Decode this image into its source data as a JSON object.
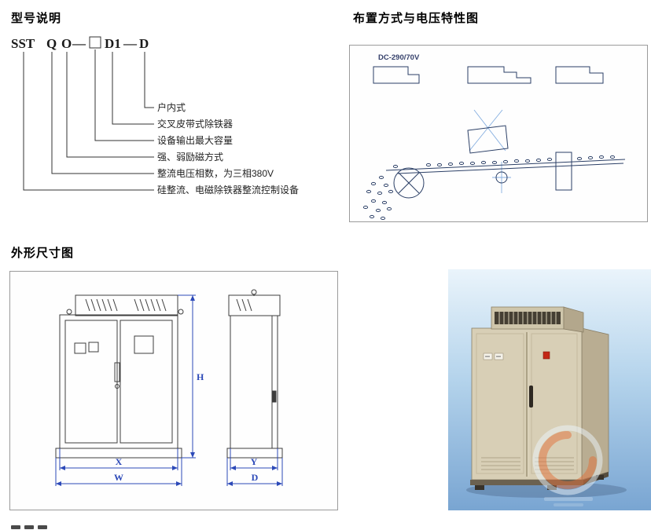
{
  "model_section": {
    "title": "型号说明",
    "code": {
      "p1": "SST",
      "p2": "Q",
      "p3": "O",
      "dash1": "—",
      "p4": "D1",
      "dash2": "—",
      "p5": "D"
    },
    "labels": [
      "户内式",
      "交叉皮带式除铁器",
      "设备输出最大容量",
      "强、弱励磁方式",
      "整流电压相数，为三相380V",
      "硅整流、电磁除铁器整流控制设备"
    ]
  },
  "layout_section": {
    "title": "布置方式与电压特性图",
    "voltage_label": "DC-290/70V"
  },
  "dimension_section": {
    "title": "外形尺寸图",
    "dims": {
      "H": "H",
      "X": "X",
      "W": "W",
      "Y": "Y",
      "D": "D"
    }
  },
  "colors": {
    "diagram_line": "#2b3f66",
    "construction_line": "#85aee0",
    "dimension_line": "#2c49b8",
    "cabinet_front": "#d8cfb6",
    "cabinet_side": "#b9ad92",
    "indicator_red": "#c32716",
    "photo_background_top": "#eaf4fb",
    "photo_background_bottom": "#79a5d2"
  }
}
